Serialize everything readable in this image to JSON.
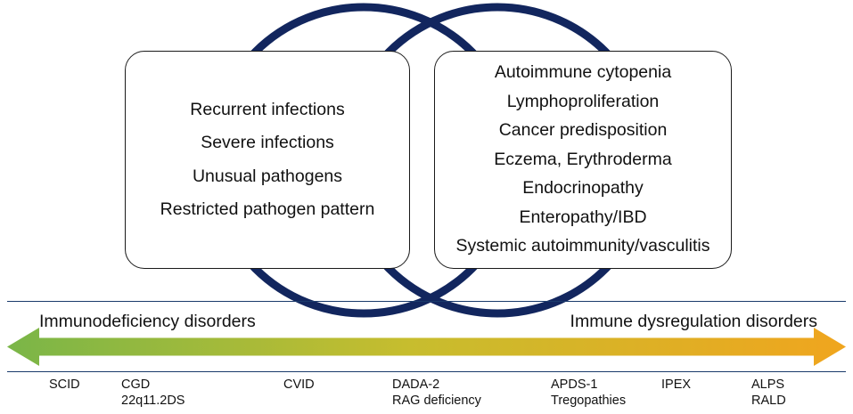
{
  "figure": {
    "title": "",
    "colors": {
      "circle_stroke": "#12265e",
      "gradient_start": "#7ab648",
      "gradient_mid": "#c3c332",
      "gradient_end": "#f0a51e",
      "axis_line": "#1a3a6b",
      "panel_border": "#1a1a1a",
      "text": "#111111"
    }
  },
  "left_panel": {
    "name": "immunodeficiency-features",
    "items": [
      "Recurrent infections",
      "Severe infections",
      "Unusual pathogens",
      "Restricted pathogen pattern"
    ]
  },
  "right_panel": {
    "name": "immune-dysregulation-features",
    "items": [
      "Autoimmune cytopenia",
      "Lymphoproliferation",
      "Cancer predisposition",
      "Eczema, Erythroderma",
      "Endocrinopathy",
      "Enteropathy/IBD",
      "Systemic autoimmunity/vasculitis"
    ]
  },
  "spectrum": {
    "left_label": "Immunodeficiency disorders",
    "right_label": "Immune dysregulation disorders",
    "ticks": [
      {
        "lines": [
          "SCID"
        ]
      },
      {
        "lines": [
          "CGD",
          "22q11.2DS"
        ]
      },
      {
        "lines": [
          "CVID"
        ]
      },
      {
        "lines": [
          "DADA-2",
          "RAG deficiency"
        ]
      },
      {
        "lines": [
          "APDS-1",
          "Tregopathies"
        ]
      },
      {
        "lines": [
          "IPEX"
        ]
      },
      {
        "lines": [
          "ALPS",
          "RALD"
        ]
      }
    ]
  }
}
